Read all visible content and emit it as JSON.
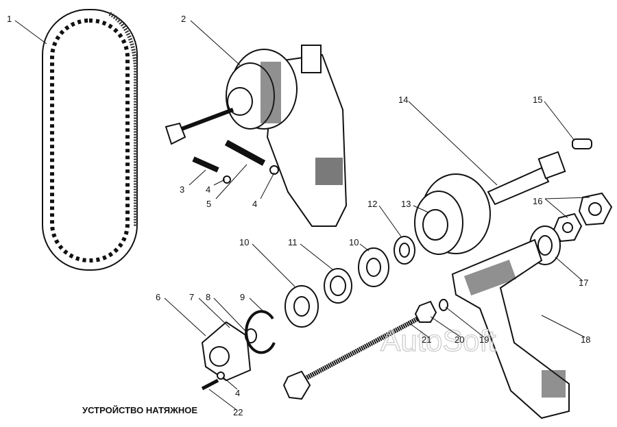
{
  "title": "УСТРОЙСТВО НАТЯЖНОЕ",
  "watermark": "AutoSoft",
  "callouts": [
    {
      "id": "c1",
      "text": "1"
    },
    {
      "id": "c2",
      "text": "2"
    },
    {
      "id": "c3",
      "text": "3"
    },
    {
      "id": "c4a",
      "text": "4"
    },
    {
      "id": "c5",
      "text": "5"
    },
    {
      "id": "c4b",
      "text": "4"
    },
    {
      "id": "c6",
      "text": "6"
    },
    {
      "id": "c7",
      "text": "7"
    },
    {
      "id": "c8",
      "text": "8"
    },
    {
      "id": "c9",
      "text": "9"
    },
    {
      "id": "c10a",
      "text": "10"
    },
    {
      "id": "c11",
      "text": "11"
    },
    {
      "id": "c10b",
      "text": "10"
    },
    {
      "id": "c12",
      "text": "12"
    },
    {
      "id": "c13",
      "text": "13"
    },
    {
      "id": "c14",
      "text": "14"
    },
    {
      "id": "c15",
      "text": "15"
    },
    {
      "id": "c16",
      "text": "16"
    },
    {
      "id": "c17",
      "text": "17"
    },
    {
      "id": "c18",
      "text": "18"
    },
    {
      "id": "c19",
      "text": "19"
    },
    {
      "id": "c20",
      "text": "20"
    },
    {
      "id": "c21",
      "text": "21"
    },
    {
      "id": "c4c",
      "text": "4"
    },
    {
      "id": "c22",
      "text": "22"
    }
  ]
}
